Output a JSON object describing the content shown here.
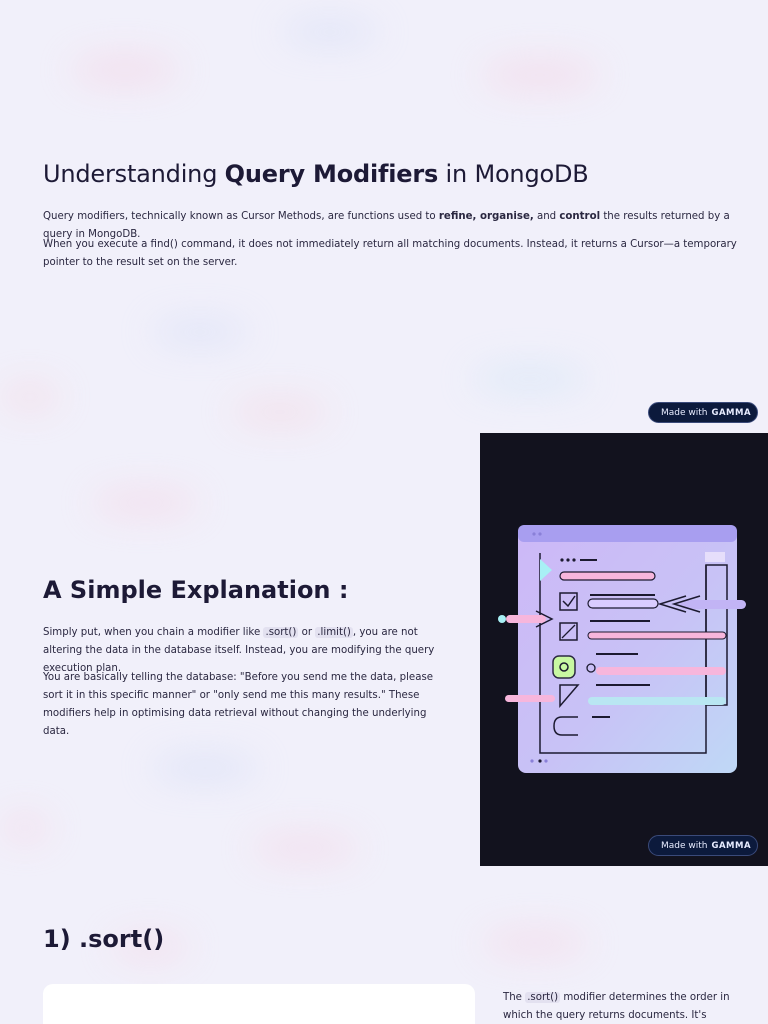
{
  "section1": {
    "title_prefix": "Understanding ",
    "title_bold": "Query Modifiers",
    "title_suffix": " in MongoDB",
    "p1_a": "Query modifiers, technically known as Cursor Methods, are functions used to ",
    "p1_b": "refine, organise,",
    "p1_c": " and ",
    "p1_d": "control",
    "p1_e": " the results returned by a query in MongoDB.",
    "p2": "When you execute a find() command, it does not immediately return all matching documents. Instead, it returns a Cursor—a temporary pointer to the result set on the server."
  },
  "badge": {
    "prefix": "Made with",
    "brand": "GAMMA"
  },
  "section2": {
    "title": "A Simple Explanation :",
    "p3_a": "Simply put, when you chain a modifier like ",
    "p3_code1": ".sort()",
    "p3_b": " or ",
    "p3_code2": ".limit()",
    "p3_c": ", you are not altering the data in the database itself. Instead, you are modifying the query execution plan.",
    "p4": "You are basically telling the database: \"Before you send me the data, please sort it in this specific manner\" or \"only send me this many results.\" These modifiers help in optimising data retrieval without changing the underlying data."
  },
  "section3": {
    "title": "1) .sort()",
    "p5_a": "The ",
    "p5_code": ".sort()",
    "p5_b": " modifier determines the order in which the query returns documents. It's crucial"
  },
  "colors": {
    "page_bg": "#f1f0fa",
    "dark_panel": "#12121e",
    "badge_bg": "#0c1a3c",
    "illustration_purple": "#c9b6f5",
    "illustration_pink": "#f7b6dc",
    "illustration_cyan": "#b9e6f2"
  }
}
